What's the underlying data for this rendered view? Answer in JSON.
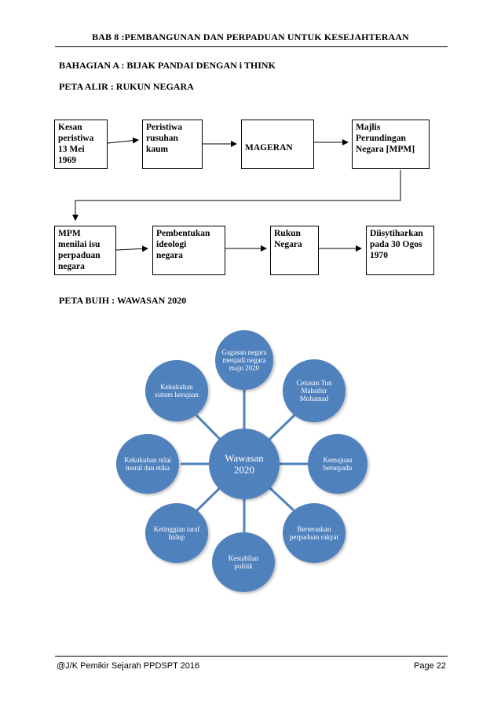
{
  "header": {
    "title": "BAB 8  :PEMBANGUNAN DAN PERPADUAN UNTUK KESEJAHTERAAN"
  },
  "section_a": {
    "title": "BAHAGIAN A : BIJAK PANDAI DENGAN i THINK"
  },
  "flow_map": {
    "title": "PETA ALIR : RUKUN NEGARA",
    "boxes": [
      {
        "lines": [
          "Kesan",
          "peristiwa",
          "13 Mei",
          "1969"
        ]
      },
      {
        "lines": [
          "Peristiwa",
          "rusuhan",
          "kaum"
        ]
      },
      {
        "lines": [
          "MAGERAN"
        ]
      },
      {
        "lines": [
          "Majlis",
          "Perundingan",
          "Negara [MPM]"
        ]
      },
      {
        "lines": [
          "MPM",
          "menilai isu",
          "perpaduan",
          "negara"
        ]
      },
      {
        "lines": [
          "Pembentukan",
          "ideologi",
          "negara"
        ]
      },
      {
        "lines": [
          "Rukun",
          "Negara"
        ]
      },
      {
        "lines": [
          "Diisytiharkan",
          "pada 30 Ogos",
          "1970"
        ]
      }
    ]
  },
  "bubble_map": {
    "title": "PETA BUIH : WAWASAN  2020",
    "center": "Wawasan 2020",
    "bubbles": [
      "Gagasan negara menjadi negara maju 2020",
      "Cetusan Tun Mahathir Mohamad",
      "Kemajuan bersepadu",
      "Berteraskan perpaduan rakyat",
      "Kestabilan politik",
      "Ketinggian taraf hidup",
      "Kekukuhan nilai moral dan etika",
      "Kekukuhan sistem kerajaan"
    ],
    "color": "#4f81bd"
  },
  "footer": {
    "left": "@J/K Pemikir Sejarah PPDSPT 2016",
    "right": "Page 22"
  }
}
